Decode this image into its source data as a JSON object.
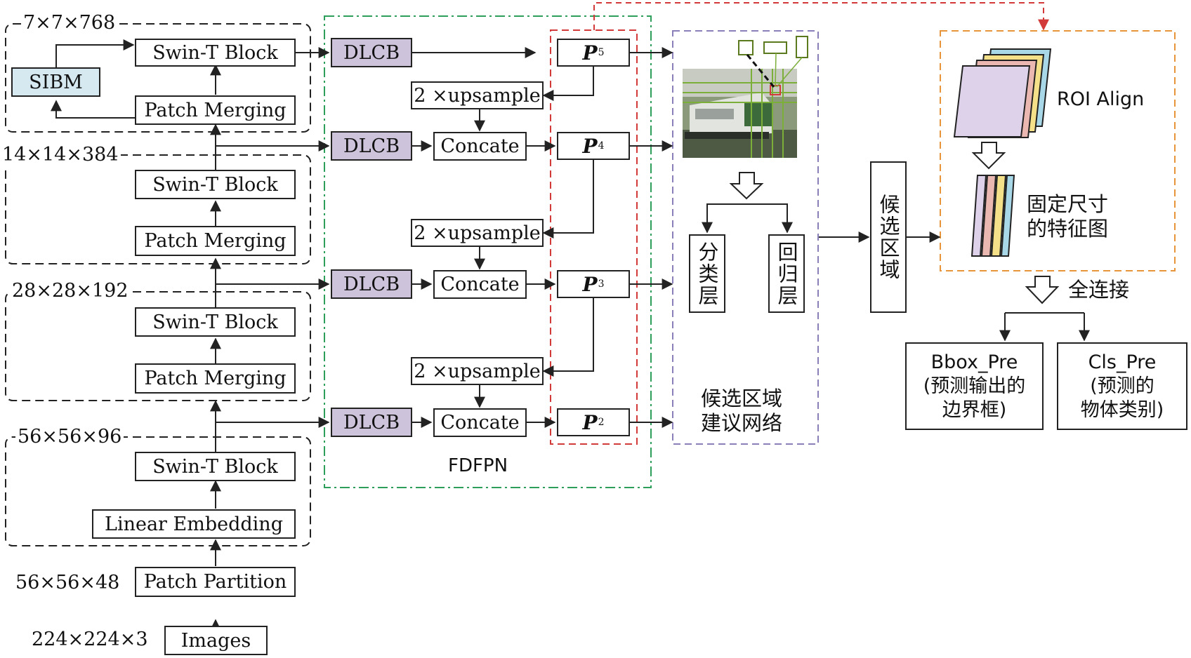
{
  "backbone": {
    "dims": [
      "7×7×768",
      "14×14×384",
      "28×28×192",
      "56×56×96",
      "56×56×48",
      "224×224×3"
    ],
    "sibm": "SIBM",
    "swin_block": "Swin-T Block",
    "patch_merging": "Patch Merging",
    "linear_embedding": "Linear Embedding",
    "patch_partition": "Patch Partition",
    "images": "Images"
  },
  "fpn": {
    "dlcb": "DLCB",
    "upsample": "2 ×upsample",
    "concat": "Concate",
    "p_letter": "P",
    "p_levels": [
      "5",
      "4",
      "3",
      "2"
    ],
    "label": "FDFPN"
  },
  "rpn": {
    "cls_layer": "分类层",
    "reg_layer": "回归层",
    "label_line1": "候选区域",
    "label_line2": "建议网络"
  },
  "candidate": "候选区域",
  "roi": {
    "title": "ROI Align",
    "fixed_line1": "固定尺寸",
    "fixed_line2": "的特征图",
    "fc": "全连接"
  },
  "outputs": {
    "bbox_title": "Bbox_Pre",
    "bbox_desc1": "(预测输出的",
    "bbox_desc2": "边界框)",
    "cls_title": "Cls_Pre",
    "cls_desc1": "(预测的",
    "cls_desc2": "物体类别)"
  },
  "colors": {
    "dlcb_fill": "#cdc3da",
    "sibm_fill": "#d6e9f1",
    "fpn_border": "#2e9e5b",
    "p_border": "#d23a3a",
    "rpn_border": "#8a7fb8",
    "roi_border": "#e8943a",
    "feature_map_colors": [
      "#a8d8e8",
      "#f5e08a",
      "#eab8b0",
      "#ddd2ea"
    ]
  }
}
